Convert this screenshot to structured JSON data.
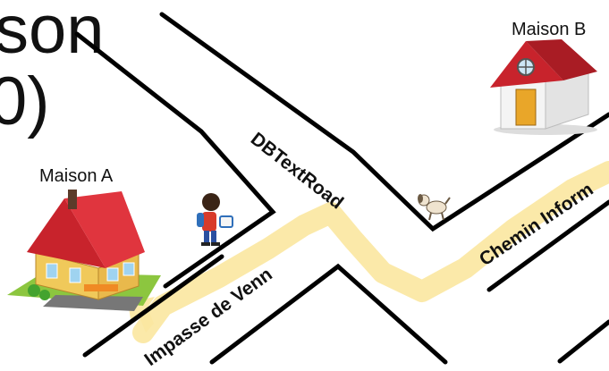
{
  "heading": {
    "line1": "son",
    "line2": "0)"
  },
  "houses": {
    "a": {
      "label": "Maison A"
    },
    "b": {
      "label": "Maison B"
    }
  },
  "roads": {
    "db": "DBTextRoad",
    "venn": "Impasse de Venn",
    "info": "Chemin Inform"
  },
  "colors": {
    "route_highlight": "#fbe7a0",
    "road_lines": "#000000",
    "roof": "#c8232c",
    "house_a_wall": "#f0c95a",
    "house_b_wall": "#f4f4f4",
    "grass": "#8cc63f"
  },
  "icons": [
    "house-icon",
    "child-with-backpack-icon",
    "dog-icon"
  ]
}
